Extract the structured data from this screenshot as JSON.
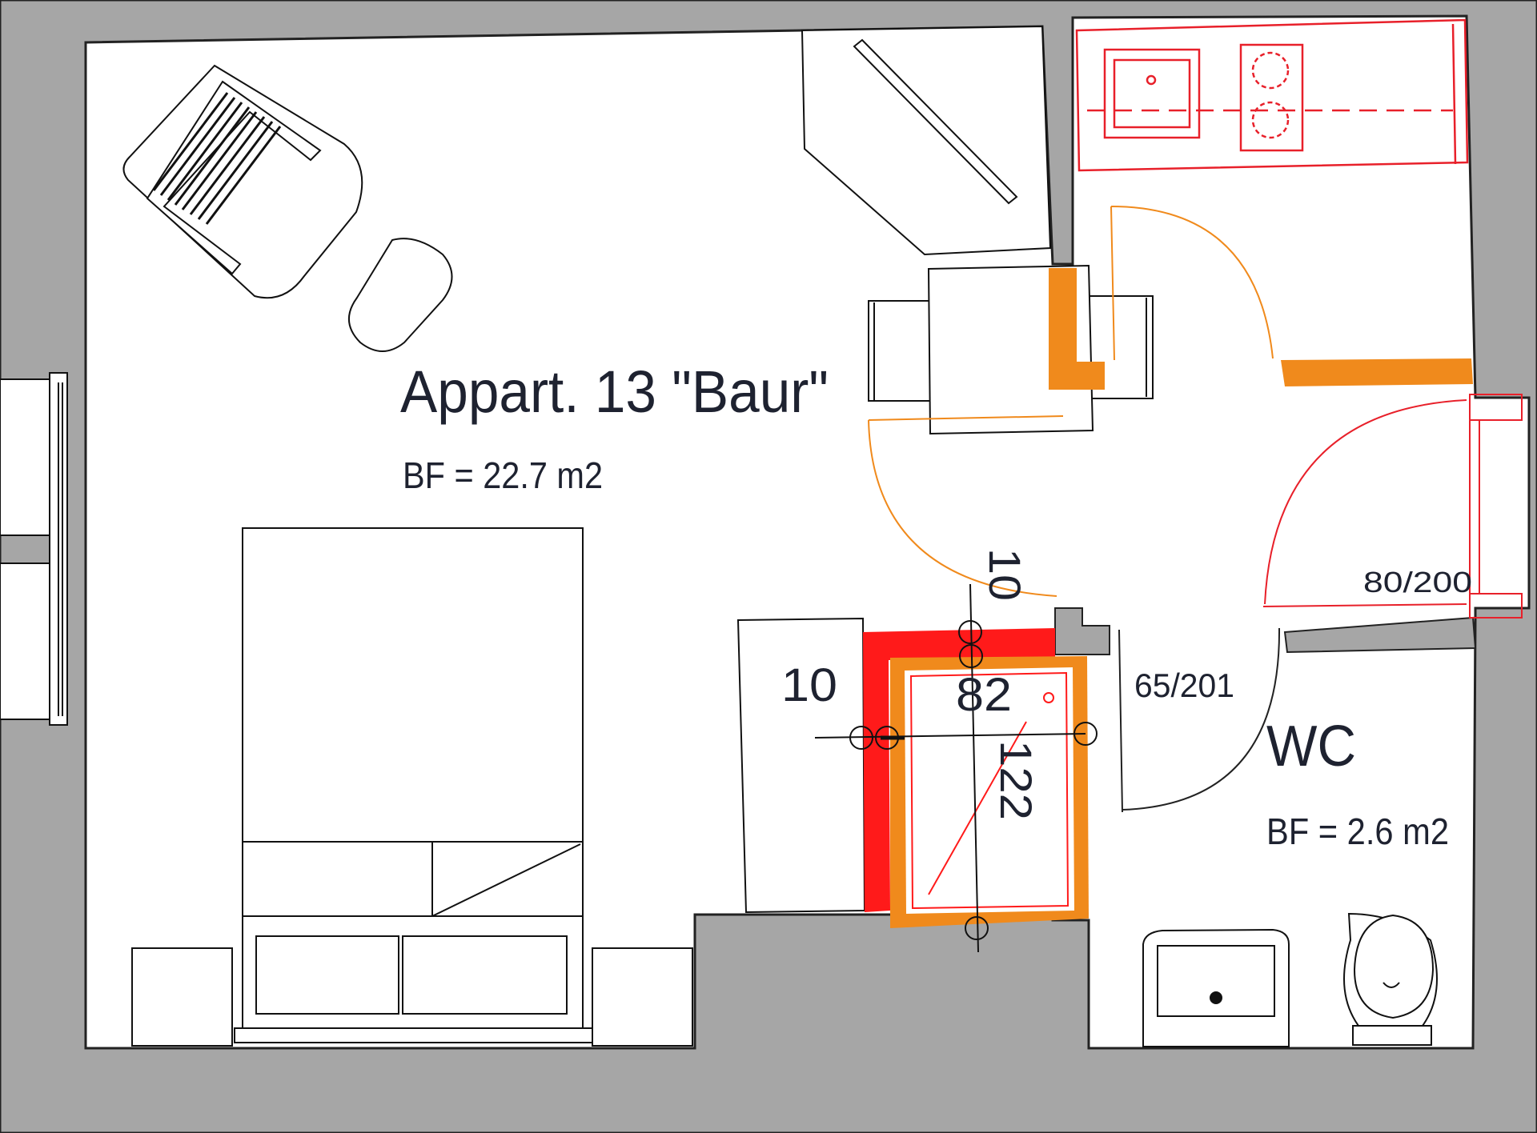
{
  "apartment": {
    "name": "Appart. 13 \"Baur\"",
    "area": "BF = 22.7 m2"
  },
  "wc": {
    "name": "WC",
    "area": "BF = 2.6 m2"
  },
  "doors": {
    "entrance": "80/200",
    "wc": "65/201"
  },
  "dimensions": {
    "top_10": "10",
    "left_10": "10",
    "width_82": "82",
    "depth_122": "122"
  },
  "colors": {
    "wall": "#a6a6a6",
    "line": "#111111",
    "kitchen_red": "#e8202a",
    "accent_orange": "#f08a1c",
    "shower_red": "#ff1a1a"
  }
}
